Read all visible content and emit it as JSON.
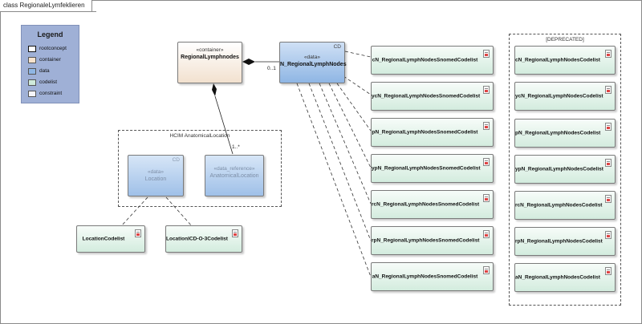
{
  "diagram": {
    "title": "class RegionaleLymfeklieren",
    "legend": {
      "title": "Legend",
      "items": [
        {
          "label": "rootconcept",
          "color": "#ffffff"
        },
        {
          "label": "container",
          "color": "#f7e3cd"
        },
        {
          "label": "data",
          "color": "#8fb6e4"
        },
        {
          "label": "codelist",
          "color": "#cfeadb"
        },
        {
          "label": "constraint",
          "color": "#f5f5fa"
        }
      ]
    },
    "container": {
      "stereotype": "«container»",
      "name": "RegionalLymphnodes"
    },
    "n_node": {
      "stereotype": "«data»",
      "name": "N_RegionalLymphNodes",
      "tag": "CD",
      "multiplicity": "0..1"
    },
    "hcim": {
      "title": "HCIM AnatomicalLocation",
      "location": {
        "stereotype": "«data»",
        "name": "Location",
        "tag": "CD"
      },
      "anatomical": {
        "stereotype": "«data_reference»",
        "name": "AnatomicalLocation",
        "multiplicity": "1..*"
      }
    },
    "location_codelists": [
      "LocationCodelist",
      "LocationICD-O-3Codelist"
    ],
    "snomed_codelists": [
      "cN_RegionalLymphNodesSnomedCodelist",
      "ycN_RegionalLymphNodesSnomedCodelist",
      "pN_RegionalLymphNodesSnomedCodelist",
      "ypN_RegionalLymphNodesSnomedCodelist",
      "rcN_RegionalLymphNodesSnomedCodelist",
      "rpN_RegionalLymphNodesSnomedCodelist",
      "aN_RegionalLymphNodesSnomedCodelist"
    ],
    "deprecated": {
      "title": "[DEPRECATED]",
      "codelists": [
        "cN_RegionalLymphNodesCodelist",
        "ycN_RegionalLymphNodesCodelist",
        "pN_RegionalLymphNodesCodelist",
        "ypN_RegionalLymphNodesCodelist",
        "rcN_RegionalLymphNodesCodelist",
        "rpN_RegionalLymphNodesCodelist",
        "aN_RegionalLymphNodesCodelist"
      ]
    }
  }
}
